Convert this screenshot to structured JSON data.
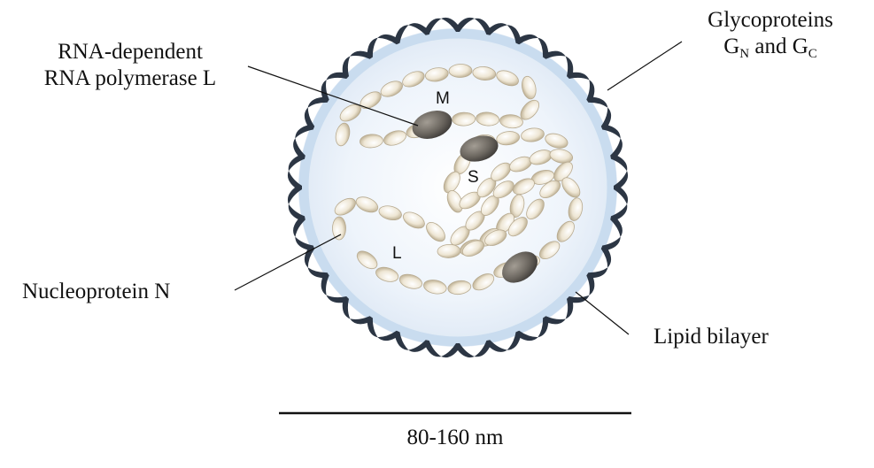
{
  "labels": {
    "polymerase": [
      "RNA-dependent",
      "RNA polymerase L"
    ],
    "glycoproteins": {
      "line1": "Glycoproteins",
      "g": "G",
      "n": "N",
      "and": "and",
      "c": "C"
    },
    "nucleoprotein": "Nucleoprotein N",
    "bilayer": "Lipid bilayer",
    "scale": "80-160 nm"
  },
  "segments": {
    "m": "M",
    "s": "S",
    "l": "L"
  },
  "colors": {
    "interior_glow": "#eaf2fb",
    "bilayer": "#c9dcef",
    "spike": "#2c3644",
    "bead": "#eee6d4",
    "bead_stroke": "#b7aa90",
    "polymerase": "#6a655e"
  }
}
